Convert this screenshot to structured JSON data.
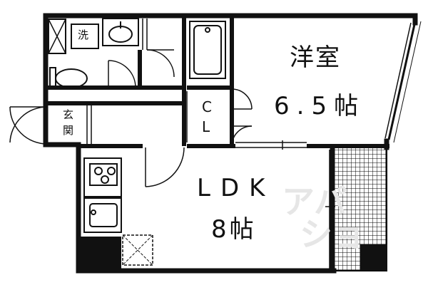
{
  "rooms": {
    "western_room": {
      "type_label": "洋室",
      "size_label": "6.5帖"
    },
    "ldk": {
      "type_label": "LDK",
      "size_label": "8帖"
    },
    "closet": {
      "top_char": "C",
      "bottom_char": "L"
    },
    "entrance": {
      "top_char": "玄",
      "bottom_char": "関"
    },
    "washer": {
      "label": "洗"
    }
  },
  "watermark": {
    "line1": "アパ",
    "line2": "ショ"
  }
}
